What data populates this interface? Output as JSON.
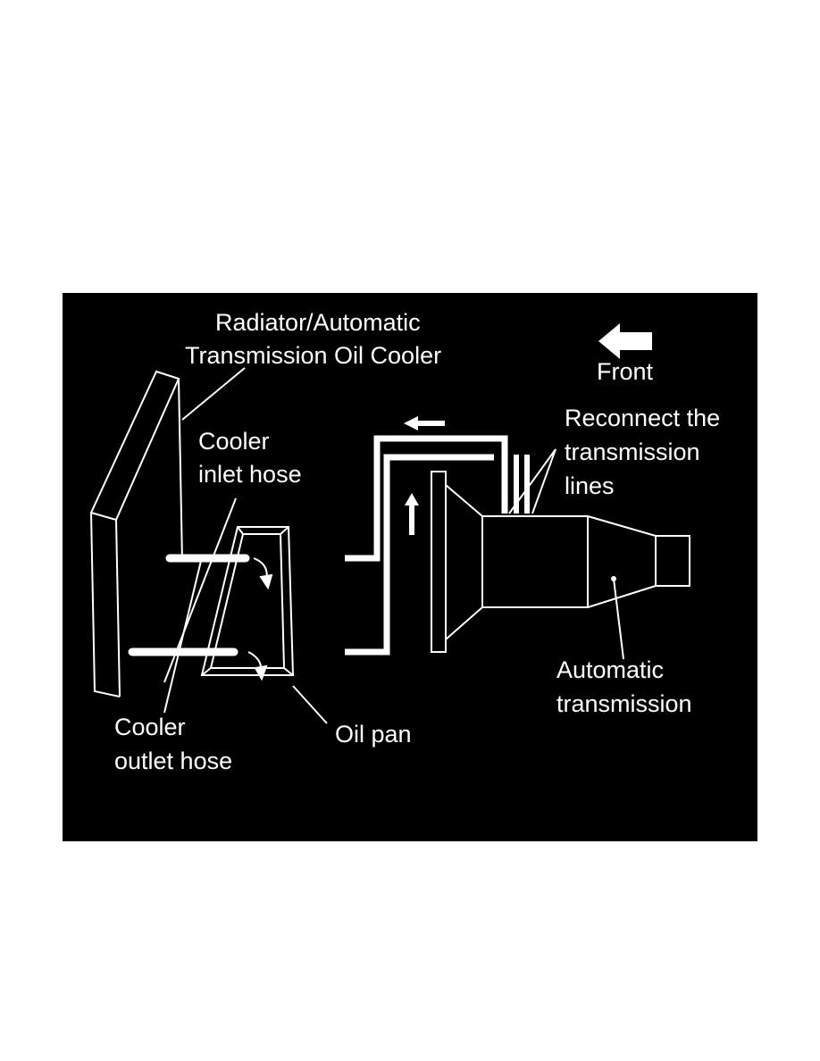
{
  "colors": {
    "page": "#ffffff",
    "panel": "#000000",
    "ink": "#ffffff"
  },
  "labels": {
    "cooler_title": [
      "Radiator/Automatic",
      "Transmission Oil Cooler"
    ],
    "front": "Front",
    "inlet_hose": [
      "Cooler",
      "inlet hose"
    ],
    "reconnect": [
      "Reconnect the",
      "transmission",
      "lines"
    ],
    "automatic_transmission": [
      "Automatic",
      "transmission"
    ],
    "outlet_hose": [
      "Cooler",
      "outlet hose"
    ],
    "oil_pan": "Oil pan"
  },
  "icons": {
    "front_arrow": "arrow-left-icon",
    "flow_arrow_top": "arrow-left-icon",
    "flow_arrow_up": "arrow-up-icon",
    "drip_arrows": "curved-arrow-down-icon"
  }
}
